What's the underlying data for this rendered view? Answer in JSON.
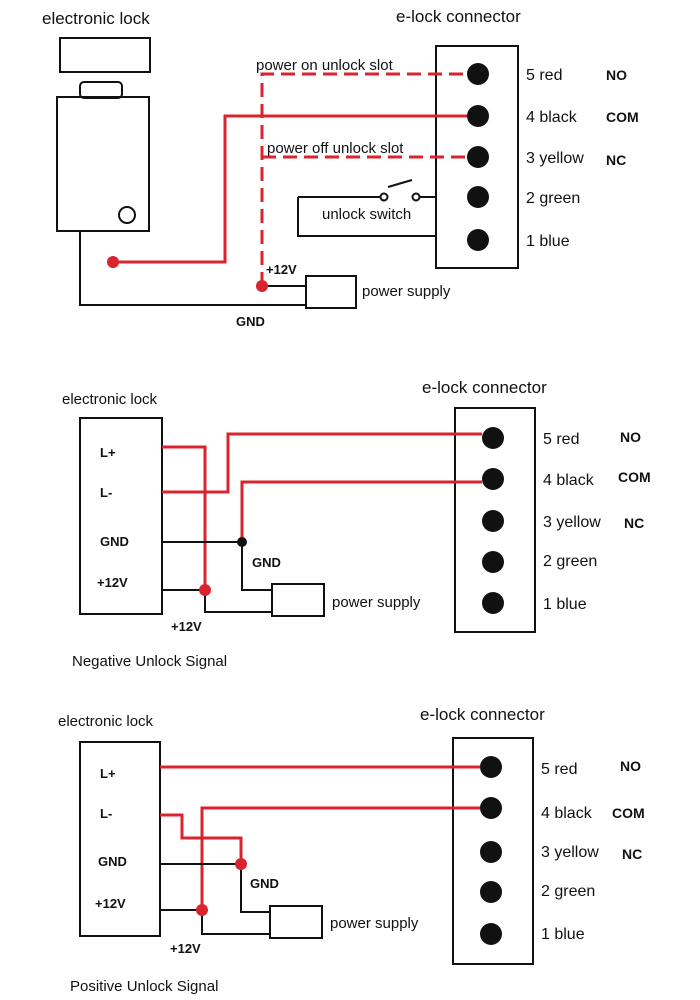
{
  "diagram1": {
    "lock_title": "electronic lock",
    "connector_title": "e-lock connector",
    "annot_power_on": "power on unlock slot",
    "annot_power_off": "power off unlock slot",
    "annot_switch": "unlock switch",
    "plus12": "+12V",
    "gnd": "GND",
    "power_supply": "power supply",
    "pins": [
      {
        "label": "5 red",
        "code": "NO"
      },
      {
        "label": "4 black",
        "code": "COM"
      },
      {
        "label": "3 yellow",
        "code": "NC"
      },
      {
        "label": "2 green",
        "code": ""
      },
      {
        "label": "1 blue",
        "code": ""
      }
    ]
  },
  "diagram2": {
    "lock_title": "electronic lock",
    "connector_title": "e-lock connector",
    "terminals": [
      "L+",
      "L-",
      "GND",
      "+12V"
    ],
    "gnd": "GND",
    "plus12": "+12V",
    "power_supply": "power supply",
    "caption": "Negative Unlock Signal",
    "pins": [
      {
        "label": "5 red",
        "code": "NO"
      },
      {
        "label": "4 black",
        "code": "COM"
      },
      {
        "label": "3 yellow",
        "code": "NC"
      },
      {
        "label": "2 green",
        "code": ""
      },
      {
        "label": "1 blue",
        "code": ""
      }
    ]
  },
  "diagram3": {
    "lock_title": "electronic lock",
    "connector_title": "e-lock connector",
    "terminals": [
      "L+",
      "L-",
      "GND",
      "+12V"
    ],
    "gnd": "GND",
    "plus12": "+12V",
    "power_supply": "power supply",
    "caption": "Positive Unlock Signal",
    "pins": [
      {
        "label": "5 red",
        "code": "NO"
      },
      {
        "label": "4 black",
        "code": "COM"
      },
      {
        "label": "3 yellow",
        "code": "NC"
      },
      {
        "label": "2 green",
        "code": ""
      },
      {
        "label": "1 blue",
        "code": ""
      }
    ]
  },
  "colors": {
    "wire_red": "#d9232e",
    "wire_black": "#111111"
  }
}
